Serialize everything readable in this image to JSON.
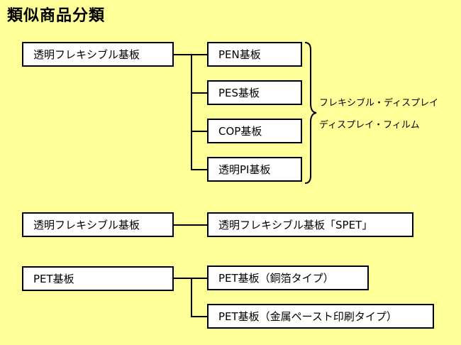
{
  "title": "類似商品分類",
  "groups": [
    {
      "parent": "透明フレキシブル基板",
      "children": [
        "PEN基板",
        "PES基板",
        "COP基板",
        "透明PI基板"
      ],
      "notes": [
        "フレキシブル・ディスプレイ",
        "ディスプレイ・フィルム"
      ]
    },
    {
      "parent": "透明フレキシブル基板",
      "children": [
        "透明フレキシブル基板「SPET」"
      ]
    },
    {
      "parent": "PET基板",
      "children": [
        "PET基板（銅箔タイプ）",
        "PET基板（金属ペースト印刷タイプ）"
      ]
    }
  ]
}
